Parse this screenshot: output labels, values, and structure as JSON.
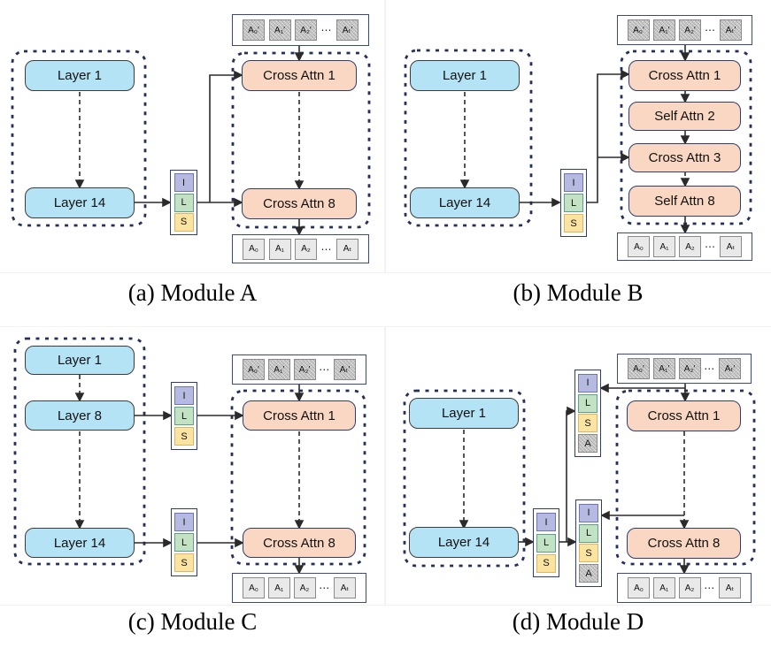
{
  "figure_type": "neural-architecture-diagram",
  "colors": {
    "layer_fill": "#b5e3f6",
    "attn_fill": "#f9d7c2",
    "group_border": "#25305a",
    "i_cell_fill": "#b7bae0",
    "l_cell_fill": "#c3e2c4",
    "s_cell_fill": "#fbe3a2",
    "token_fill": "#e9e9e9",
    "arrow": "#2b2b2b"
  },
  "modules": {
    "a": {
      "caption": "(a) Module A",
      "layer1": "Layer 1",
      "layer2": "Layer 14",
      "attn1": "Cross Attn 1",
      "attn2": "Cross Attn 8",
      "stack": {
        "i": "I",
        "l": "L",
        "s": "S"
      },
      "top_tokens": {
        "t0": "A₀′",
        "t1": "A₁′",
        "t2": "A₂′",
        "dots": "⋯",
        "tn": "Aₜ′"
      },
      "bottom_tokens": {
        "t0": "A₀",
        "t1": "A₁",
        "t2": "A₂",
        "dots": "⋯",
        "tn": "Aₜ"
      }
    },
    "b": {
      "caption": "(b) Module B",
      "layer1": "Layer 1",
      "layer2": "Layer 14",
      "attn1": "Cross Attn 1",
      "attn2": "Self Attn 2",
      "attn3": "Cross Attn 3",
      "attn4": "Self Attn 8",
      "stack": {
        "i": "I",
        "l": "L",
        "s": "S"
      },
      "top_tokens": {
        "t0": "A₀′",
        "t1": "A₁′",
        "t2": "A₂′",
        "dots": "⋯",
        "tn": "Aₜ′"
      },
      "bottom_tokens": {
        "t0": "A₀",
        "t1": "A₁",
        "t2": "A₂",
        "dots": "⋯",
        "tn": "Aₜ"
      }
    },
    "c": {
      "caption": "(c) Module C",
      "layer1": "Layer 1",
      "layer2": "Layer 8",
      "layer3": "Layer 14",
      "attn1": "Cross Attn 1",
      "attn2": "Cross Attn 8",
      "stack_top": {
        "i": "I",
        "l": "L",
        "s": "S"
      },
      "stack_bottom": {
        "i": "I",
        "l": "L",
        "s": "S"
      },
      "top_tokens": {
        "t0": "A₀′",
        "t1": "A₁′",
        "t2": "A₂′",
        "dots": "⋯",
        "tn": "Aₜ′"
      },
      "bottom_tokens": {
        "t0": "A₀",
        "t1": "A₁",
        "t2": "A₂",
        "dots": "⋯",
        "tn": "Aₜ"
      }
    },
    "d": {
      "caption": "(d) Module D",
      "layer1": "Layer 1",
      "layer2": "Layer 14",
      "attn1": "Cross Attn 1",
      "attn2": "Cross Attn 8",
      "stack_main": {
        "i": "I",
        "l": "L",
        "s": "S"
      },
      "stack_up": {
        "i": "I",
        "l": "L",
        "s": "S",
        "a": "A"
      },
      "stack_down": {
        "i": "I",
        "l": "L",
        "s": "S",
        "a": "A"
      },
      "top_tokens": {
        "t0": "A₀′",
        "t1": "A₁′",
        "t2": "A₂′",
        "dots": "⋯",
        "tn": "Aₜ′"
      },
      "bottom_tokens": {
        "t0": "A₀",
        "t1": "A₁",
        "t2": "A₂",
        "dots": "⋯",
        "tn": "Aₜ"
      }
    }
  }
}
